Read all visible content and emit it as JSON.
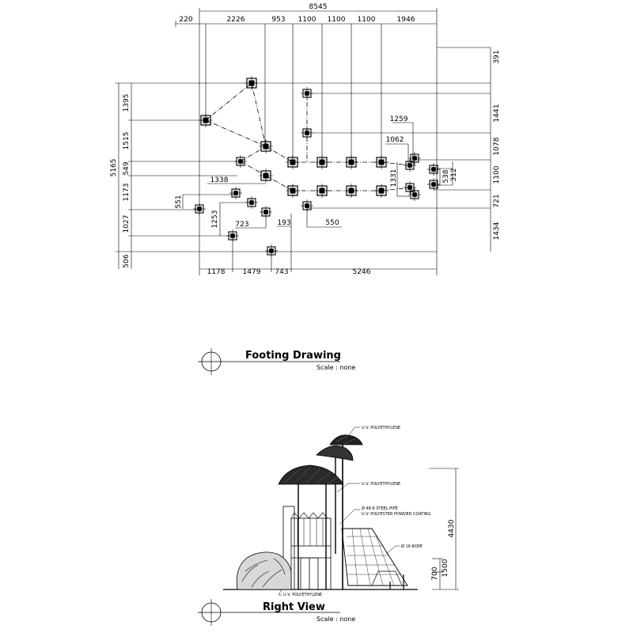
{
  "footing_plan": {
    "top_overall": "8545",
    "top_dims": [
      "220",
      "2226",
      "953",
      "1100",
      "1100",
      "1100",
      "1946"
    ],
    "left_overall": "5165",
    "left_dims": [
      "1395",
      "1515",
      "549",
      "1173",
      "1027",
      "506"
    ],
    "right_dims": [
      "391",
      "1441",
      "1078",
      "1100",
      "721",
      "1434"
    ],
    "bottom_dims": [
      "1178",
      "1479",
      "743",
      "5246"
    ],
    "inner_dims": [
      "1259",
      "1062",
      "1338",
      "551",
      "1253",
      "723",
      "193",
      "550",
      "1331",
      "538",
      "312"
    ]
  },
  "footing_title": {
    "title": "Footing Drawing",
    "scale": "Scale : none"
  },
  "right_view": {
    "notes": [
      "U.V. POLYETHYLENE",
      "U.V. POLYETHYLENE",
      "Ø 48.6 STEEL PIPE",
      "U.V. POLYESTER POWDER COATING",
      "Ø 16 ROPE",
      "U.V. POLYETHYLENE"
    ],
    "height_dims": [
      "4430",
      "1500",
      "700"
    ]
  },
  "right_view_title": {
    "title": "Right View",
    "scale": "Scale : none"
  }
}
